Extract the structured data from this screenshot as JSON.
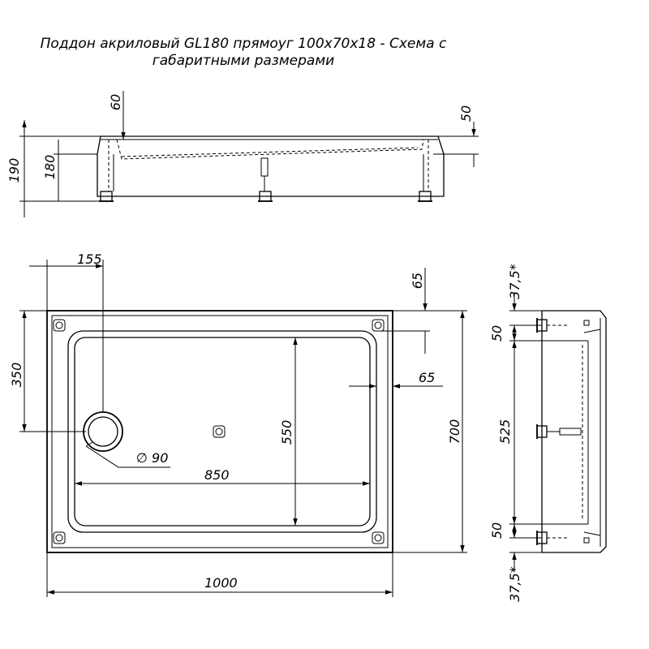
{
  "title": {
    "line1": "Поддон акриловый  GL180 прямоуг 100х70х18 - Схема с",
    "line2": "габаритными размерами"
  },
  "side_view": {
    "dim_60": "60",
    "dim_50": "50",
    "dim_190": "190",
    "dim_180": "180"
  },
  "top_view": {
    "dim_155": "155",
    "dim_65_top": "65",
    "dim_65_right": "65",
    "dim_350": "350",
    "dim_550": "550",
    "dim_700": "700",
    "dim_850": "850",
    "dim_1000": "1000",
    "dim_drain": "∅ 90"
  },
  "end_view": {
    "dim_37_5_top": "37,5*",
    "dim_50_top": "50",
    "dim_525": "525",
    "dim_50_bottom": "50",
    "dim_37_5_bottom": "37,5*"
  }
}
